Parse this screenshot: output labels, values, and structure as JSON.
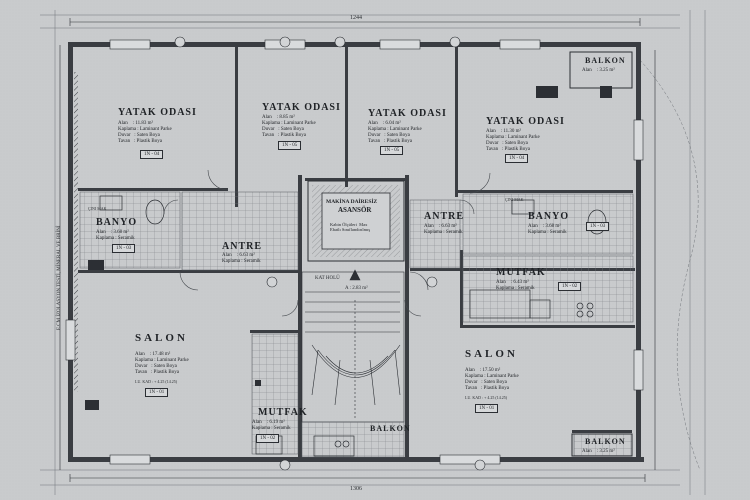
{
  "colors": {
    "paper": "#c9cbcd",
    "ink": "#1f2226",
    "hatch": "#3a3d42"
  },
  "dimensions": {
    "top_total": "1244",
    "bottom_total": "1306"
  },
  "rooms": [
    {
      "name": "YATAK ODASI",
      "info": "Alan    : 11.83 m²\nKaplama : Laminant Parke\nDuvar   : Saten Boya\nTavan   : Plastik Boya",
      "code": "1N - 04"
    },
    {
      "name": "YATAK ODASI",
      "info": "Alan    : 8.85 m²\nKaplama : Laminant Parke\nDuvar   : Saten Boya\nTavan   : Plastik Boya",
      "code": "1N - 05"
    },
    {
      "name": "YATAK ODASI",
      "info": "Alan    : 6.04 m²\nKaplama : Laminant Parke\nDuvar   : Saten Boya\nTavan   : Plastik Boya",
      "code": "1N - 05"
    },
    {
      "name": "YATAK ODASI",
      "info": "Alan    : 11.30 m²\nKaplama : Laminant Parke\nDuvar   : Saten Boya\nTavan   : Plastik Boya",
      "code": "1N - 04"
    },
    {
      "name": "BANYO",
      "info": "Alan    : 3.68 m²\nKaplama : Seramik",
      "code": "1N - 03"
    },
    {
      "name": "BANYO",
      "info": "Alan    : 3.68 m²\nKaplama : Seramik",
      "code": "1N - 03"
    },
    {
      "name": "ANTRE",
      "info": "Alan    : 6.63 m²\nKaplama : Seramik",
      "code": ""
    },
    {
      "name": "ANTRE",
      "info": "Alan    : 6.63 m²\nKaplama : Seramik",
      "code": ""
    },
    {
      "name": "SALON",
      "info": "Alan    : 17.48 m²\nKaplama : Laminant Parke\nDuvar   : Saten Boya\nTavan   : Plastik Boya",
      "code": "1N - 01"
    },
    {
      "name": "SALON",
      "info": "Alan    : 17.50 m²\nKaplama : Laminant Parke\nDuvar   : Saten Boya\nTavan   : Plastik Boya",
      "code": "1N - 01"
    },
    {
      "name": "MUTFAK",
      "info": "Alan    : 6.43 m²\nKaplama : Seramik",
      "code": "1N - 02"
    },
    {
      "name": "MUTFAK",
      "info": "Alan    : 6.19 m²\nKaplama : Seramik",
      "code": "1N - 02"
    },
    {
      "name": "BALKON",
      "info": "Alan    : 3.25 m²",
      "code": ""
    },
    {
      "name": "BALKON",
      "info": "",
      "code": ""
    },
    {
      "name": "BALKON",
      "info": "Alan    : 3.25 m²",
      "code": ""
    }
  ],
  "machine_room": {
    "line1": "MAKİNA DAİRESİZ",
    "line2": "ASANSÖR",
    "note": "Kabin Ölçüleri  Max\nEbatlı Sınıflandırılmış"
  },
  "stair": {
    "label": "KAT HOLÜ",
    "area": "A : 2.83 m²"
  },
  "level": "LU. KAD : + 4.25 (14.25)",
  "side_note": "E.CM İZOLASYON TESTİ, MİNERAL VE BRİNİ",
  "cold_wall": "ÇINI MAK"
}
